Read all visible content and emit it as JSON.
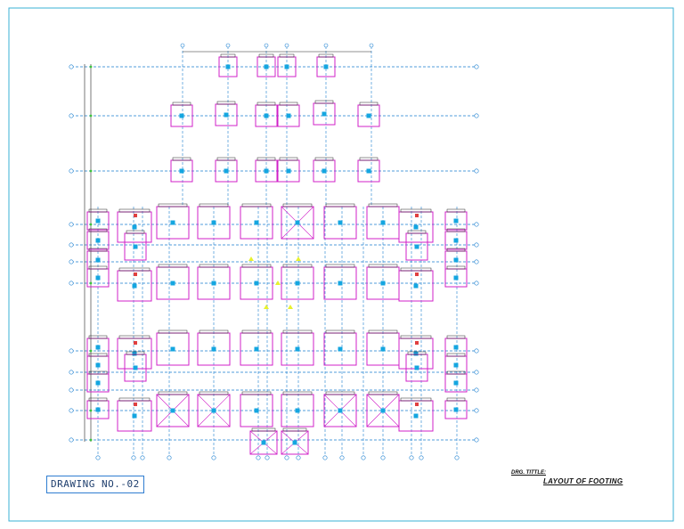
{
  "sheet": {
    "drawing_number": "DRAWING NO.-02",
    "title_label": "DRG. TITTLE:",
    "title": "LAYOUT OF FOOTING"
  },
  "colors": {
    "border": "#3ab0d6",
    "footing": "#d020c8",
    "grid": "#1a7fd0",
    "dimension": "#222222",
    "marker": "#e8f22e",
    "column": "#14a6e0"
  }
}
